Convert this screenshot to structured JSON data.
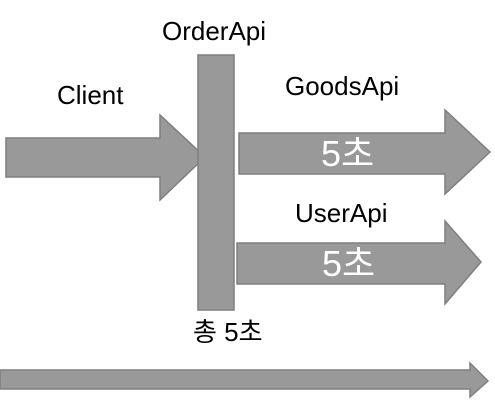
{
  "labels": {
    "client": "Client",
    "order_api": "OrderApi",
    "goods_api": "GoodsApi",
    "user_api": "UserApi",
    "goods_duration": "5초",
    "user_duration": "5초",
    "total": "총 5초"
  },
  "colors": {
    "shape_fill": "#999999",
    "shape_stroke": "#7f7f7f",
    "text_dark": "#000000",
    "text_light": "#ffffff",
    "background": "#ffffff"
  }
}
